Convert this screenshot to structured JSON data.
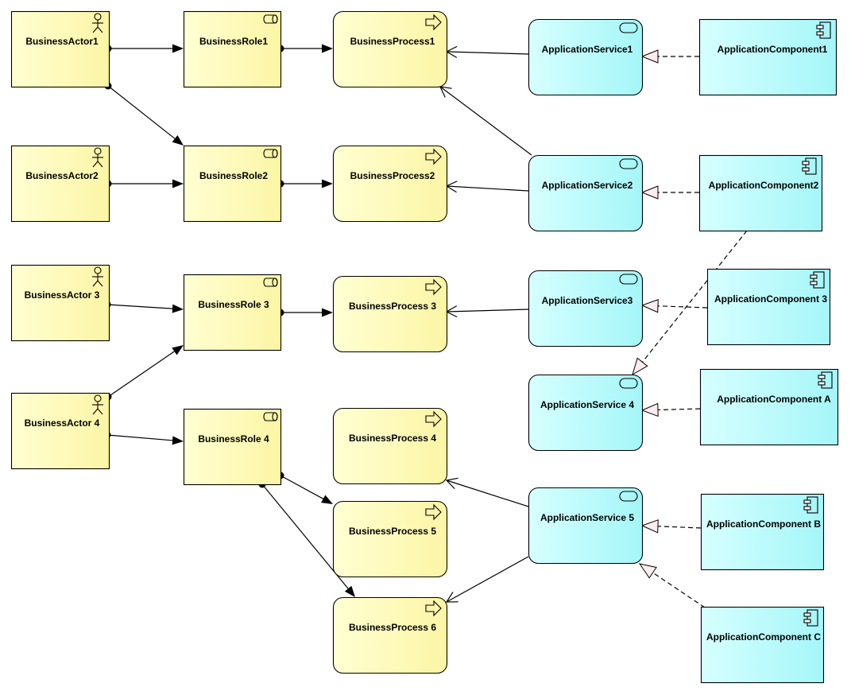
{
  "colors": {
    "business_fill": "#fcf8b4",
    "business_fill_light": "#ffffcc",
    "application_fill": "#99f2f2",
    "application_fill_light": "#ccffff",
    "stroke": "#000000",
    "realization_head": "#ffecec"
  },
  "elements": {
    "actor1": {
      "label": "BusinessActor1",
      "kind": "business-actor",
      "icon": "actor-icon"
    },
    "actor2": {
      "label": "BusinessActor2",
      "kind": "business-actor",
      "icon": "actor-icon"
    },
    "actor3": {
      "label": "BusinessActor 3",
      "kind": "business-actor",
      "icon": "actor-icon"
    },
    "actor4": {
      "label": "BusinessActor 4",
      "kind": "business-actor",
      "icon": "actor-icon"
    },
    "role1": {
      "label": "BusinessRole1",
      "kind": "business-role",
      "icon": "role-icon"
    },
    "role2": {
      "label": "BusinessRole2",
      "kind": "business-role",
      "icon": "role-icon"
    },
    "role3": {
      "label": "BusinessRole 3",
      "kind": "business-role",
      "icon": "role-icon"
    },
    "role4": {
      "label": "BusinessRole 4",
      "kind": "business-role",
      "icon": "role-icon"
    },
    "proc1": {
      "label": "BusinessProcess1",
      "kind": "business-process",
      "icon": "process-arrow-icon"
    },
    "proc2": {
      "label": "BusinessProcess2",
      "kind": "business-process",
      "icon": "process-arrow-icon"
    },
    "proc3": {
      "label": "BusinessProcess 3",
      "kind": "business-process",
      "icon": "process-arrow-icon"
    },
    "proc4": {
      "label": "BusinessProcess 4",
      "kind": "business-process",
      "icon": "process-arrow-icon"
    },
    "proc5": {
      "label": "BusinessProcess 5",
      "kind": "business-process",
      "icon": "process-arrow-icon"
    },
    "proc6": {
      "label": "BusinessProcess 6",
      "kind": "business-process",
      "icon": "process-arrow-icon"
    },
    "svc1": {
      "label": "ApplicationService1",
      "kind": "application-service",
      "icon": "service-icon"
    },
    "svc2": {
      "label": "ApplicationService2",
      "kind": "application-service",
      "icon": "service-icon"
    },
    "svc3": {
      "label": "ApplicationService3",
      "kind": "application-service",
      "icon": "service-icon"
    },
    "svc4": {
      "label": "ApplicationService 4",
      "kind": "application-service",
      "icon": "service-icon"
    },
    "svc5": {
      "label": "ApplicationService 5",
      "kind": "application-service",
      "icon": "service-icon"
    },
    "comp1": {
      "label": "ApplicationComponent1",
      "kind": "application-component",
      "icon": "component-icon"
    },
    "comp2": {
      "label": "ApplicationComponent2",
      "kind": "application-component",
      "icon": "component-icon"
    },
    "comp3": {
      "label": "ApplicationComponent 3",
      "kind": "application-component",
      "icon": "component-icon"
    },
    "compA": {
      "label": "ApplicationComponent A",
      "kind": "application-component",
      "icon": "component-icon"
    },
    "compB": {
      "label": "ApplicationComponent B",
      "kind": "application-component",
      "icon": "component-icon"
    },
    "compC": {
      "label": "ApplicationComponent C",
      "kind": "application-component",
      "icon": "component-icon"
    }
  },
  "relations": [
    {
      "from": "actor1",
      "to": "role1",
      "type": "assignment"
    },
    {
      "from": "actor1",
      "to": "role2",
      "type": "assignment"
    },
    {
      "from": "actor2",
      "to": "role2",
      "type": "assignment"
    },
    {
      "from": "actor3",
      "to": "role3",
      "type": "assignment"
    },
    {
      "from": "actor4",
      "to": "role3",
      "type": "assignment"
    },
    {
      "from": "actor4",
      "to": "role4",
      "type": "assignment"
    },
    {
      "from": "role1",
      "to": "proc1",
      "type": "assignment"
    },
    {
      "from": "role2",
      "to": "proc2",
      "type": "assignment"
    },
    {
      "from": "role3",
      "to": "proc3",
      "type": "assignment"
    },
    {
      "from": "role4",
      "to": "proc5",
      "type": "assignment"
    },
    {
      "from": "role4",
      "to": "proc6",
      "type": "assignment"
    },
    {
      "from": "svc1",
      "to": "proc1",
      "type": "serving"
    },
    {
      "from": "svc2",
      "to": "proc1",
      "type": "serving"
    },
    {
      "from": "svc2",
      "to": "proc2",
      "type": "serving"
    },
    {
      "from": "svc3",
      "to": "proc3",
      "type": "serving"
    },
    {
      "from": "svc5",
      "to": "proc4",
      "type": "serving"
    },
    {
      "from": "svc5",
      "to": "proc6",
      "type": "serving"
    },
    {
      "from": "comp1",
      "to": "svc1",
      "type": "realization"
    },
    {
      "from": "comp2",
      "to": "svc2",
      "type": "realization"
    },
    {
      "from": "comp2",
      "to": "svc4",
      "type": "realization"
    },
    {
      "from": "comp3",
      "to": "svc3",
      "type": "realization"
    },
    {
      "from": "compA",
      "to": "svc4",
      "type": "realization"
    },
    {
      "from": "compB",
      "to": "svc5",
      "type": "realization"
    },
    {
      "from": "compC",
      "to": "svc5",
      "type": "realization"
    }
  ]
}
